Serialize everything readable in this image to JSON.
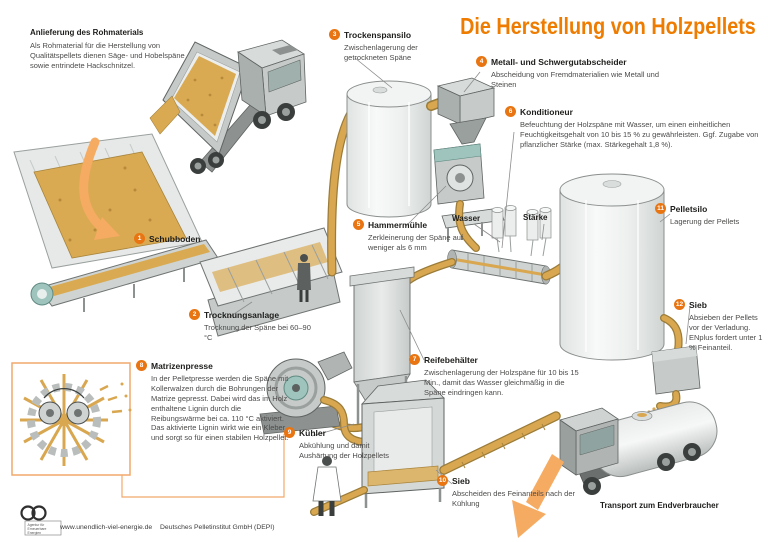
{
  "title": "Die Herstellung von Holzpellets",
  "intro": {
    "heading": "Anlieferung des Rohmaterials",
    "body": "Als Rohmaterial für die Herstellung von Qualitätspellets dienen Säge- und Hobelspäne sowie entrindete Hackschnitzel."
  },
  "steps": [
    {
      "num": "1",
      "label": "Schubboden",
      "desc": ""
    },
    {
      "num": "2",
      "label": "Trocknungsanlage",
      "desc": "Trocknung der Späne bei 60–90 °C"
    },
    {
      "num": "3",
      "label": "Trockenspansilo",
      "desc": "Zwischenlagerung der getrockneten Späne"
    },
    {
      "num": "4",
      "label": "Metall- und Schwergutabscheider",
      "desc": "Abscheidung von Fremdmaterialien wie Metall und Steinen"
    },
    {
      "num": "5",
      "label": "Hammermühle",
      "desc": "Zerkleinerung der Späne auf weniger als 6 mm"
    },
    {
      "num": "6",
      "label": "Konditioneur",
      "desc": "Befeuchtung der Holzspäne mit Wasser, um einen einheitlichen Feuchtigkeitsgehalt von 10 bis 15 % zu gewährleisten. Ggf. Zugabe von pflanzlicher Stärke (max. Stärkegehalt 1,8 %)."
    },
    {
      "num": "7",
      "label": "Reifebehälter",
      "desc": "Zwischenlagerung der Holzspäne für 10 bis 15 Min., damit das Wasser gleichmäßig in die Späne eindringen kann."
    },
    {
      "num": "8",
      "label": "Matrizenpresse",
      "desc": "In der Pelletpresse werden die Späne mit Kollerwalzen durch die Bohrungen der Matrize gepresst. Dabei wird das im Holz enthaltene Lignin durch die Reibungswärme bei ca. 110 °C aktiviert. Das aktivierte Lignin wirkt wie ein Kleber und sorgt so für einen stabilen Holzpellet."
    },
    {
      "num": "9",
      "label": "Kühler",
      "desc": "Abkühlung und damit Aushärtung der Holzpellets"
    },
    {
      "num": "10",
      "label": "Sieb",
      "desc": "Abscheiden des Feinanteils nach der Kühlung"
    },
    {
      "num": "11",
      "label": "Pelletsilo",
      "desc": "Lagerung der Pellets"
    },
    {
      "num": "12",
      "label": "Sieb",
      "desc": "Absieben der Pellets vor der Verladung. ENplus fordert unter 1 % Feinanteil."
    }
  ],
  "labels": {
    "water": "Wasser",
    "starch": "Stärke",
    "transport": "Transport zum Endverbraucher"
  },
  "footer": {
    "url": "www.unendlich-viel-energie.de",
    "credit": "Deutsches Pelletinstitut GmbH (DEPI)",
    "logo_line1": "Agentur für",
    "logo_line2": "Erneuerbare",
    "logo_line3": "Energien"
  },
  "colors": {
    "accent_orange": "#ee7c00",
    "badge_orange": "#e87511",
    "arrow_orange": "#f6ab62",
    "box_border_orange": "#f2a96b",
    "wood_gold": "#d8a750",
    "machine_gray": "#c6cbc9",
    "teal": "#9fc4bd"
  }
}
